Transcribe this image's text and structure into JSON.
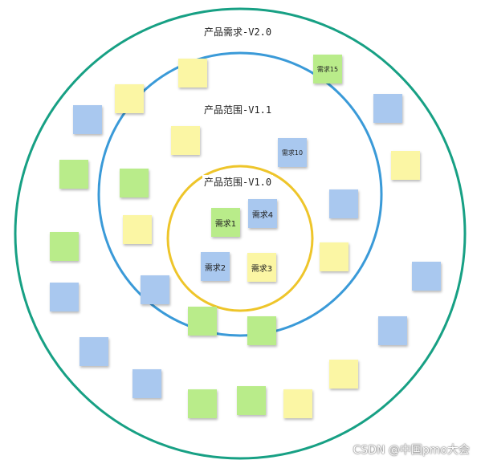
{
  "rings": {
    "outer": {
      "label": "产品需求-V2.0",
      "color": "#17a084"
    },
    "middle": {
      "label": "产品范围-V1.1",
      "color": "#3a9ad8"
    },
    "inner": {
      "label": "产品范围-V1.0",
      "color": "#eec52a"
    }
  },
  "notes": {
    "req1": "需求1",
    "req2": "需求2",
    "req3": "需求3",
    "req4": "需求4",
    "req10": "需求10",
    "req15": "需求15"
  },
  "colors": {
    "yellow": "#fbf6a4",
    "green": "#b9ec8a",
    "blue": "#a9c8ef"
  },
  "watermark": "CSDN @中国pmo大会"
}
